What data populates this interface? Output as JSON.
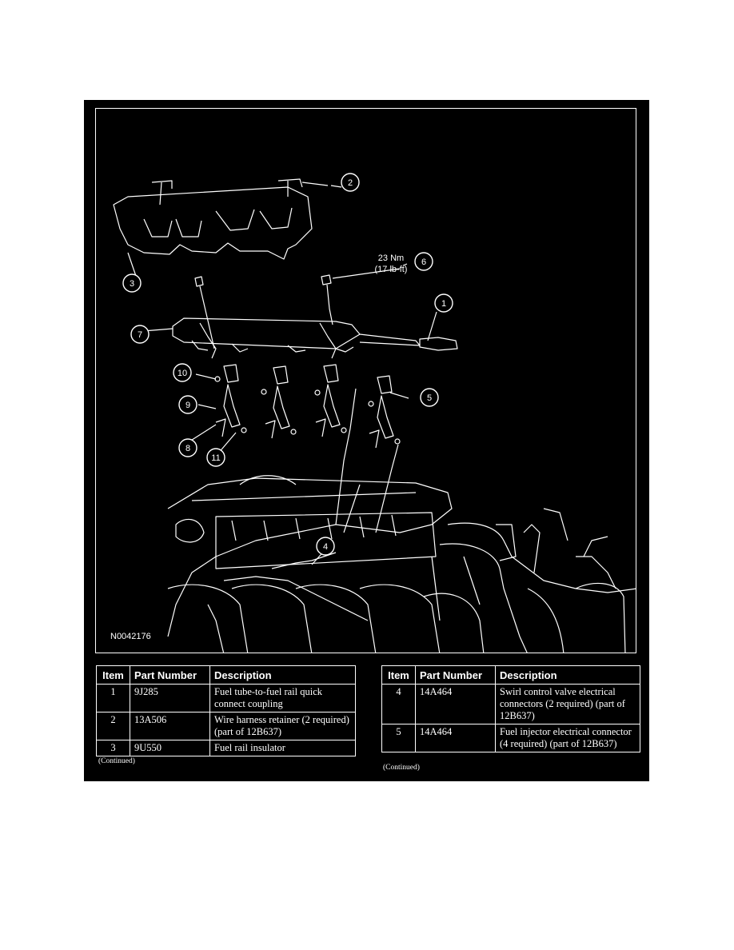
{
  "figure": {
    "figure_id": "N0042176",
    "torque_label_line1": "23 Nm",
    "torque_label_line2": "(17 lb-ft)",
    "callouts": [
      "1",
      "2",
      "3",
      "4",
      "5",
      "6",
      "7",
      "8",
      "9",
      "10",
      "11"
    ]
  },
  "table_headers": {
    "item": "Item",
    "part_number": "Part Number",
    "description": "Description"
  },
  "left_table": {
    "rows": [
      {
        "item": "1",
        "part_number": "9J285",
        "description": "Fuel tube-to-fuel rail quick connect coupling"
      },
      {
        "item": "2",
        "part_number": "13A506",
        "description": "Wire harness retainer (2 required) (part of 12B637)"
      },
      {
        "item": "3",
        "part_number": "9U550",
        "description": "Fuel rail insulator"
      }
    ],
    "continued": "(Continued)"
  },
  "right_table": {
    "rows": [
      {
        "item": "4",
        "part_number": "14A464",
        "description": "Swirl control valve electrical connectors (2 required) (part of 12B637)"
      },
      {
        "item": "5",
        "part_number": "14A464",
        "description": "Fuel injector electrical connector (4 required) (part of 12B637)"
      }
    ],
    "continued": "(Continued)"
  },
  "colors": {
    "panel_background": "#000000",
    "line_art": "#ffffff"
  }
}
